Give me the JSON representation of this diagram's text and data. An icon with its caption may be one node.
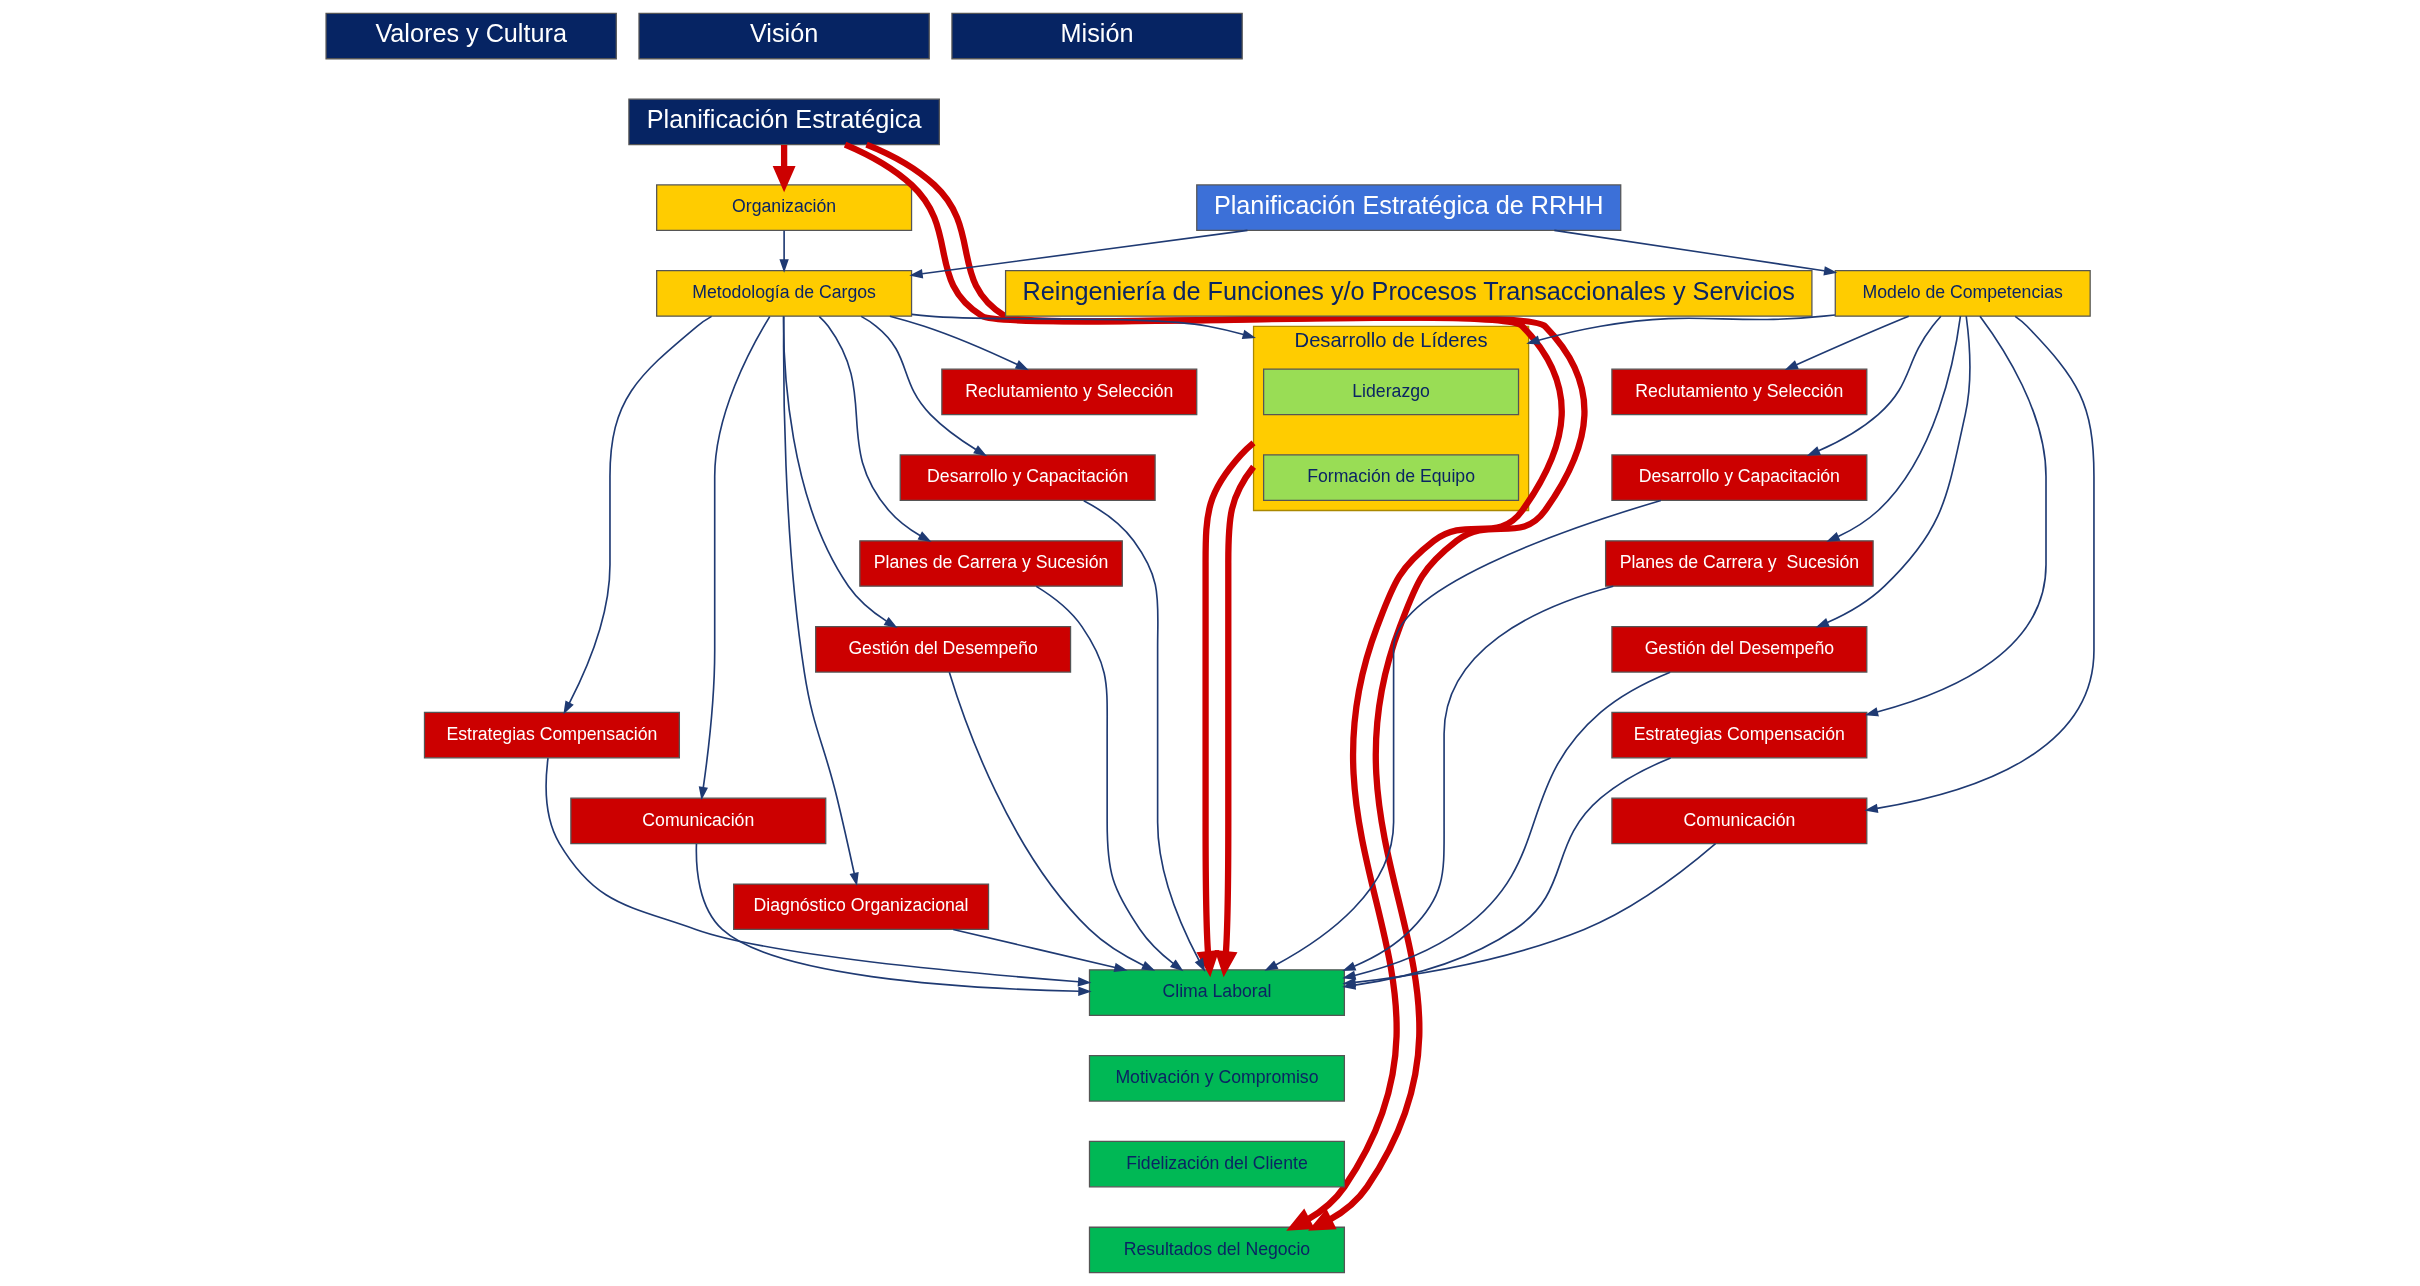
{
  "diagram": {
    "nodes": [
      {
        "text": [
          "Valores y Cultura"
        ]
      },
      {
        "text": [
          "Visión"
        ]
      },
      {
        "text": [
          "Misión"
        ]
      },
      {
        "text": [
          "Planificación Estratégica"
        ]
      },
      {
        "text": [
          "Organización"
        ]
      },
      {
        "text": [
          "Planificación Estratégica de RRHH"
        ]
      },
      {
        "text": [
          "Reingeniería de Funciones y/o Procesos Transaccionales y Servicios"
        ]
      },
      {
        "text": [
          "Metodología de Cargos"
        ]
      },
      {
        "text": [
          "Modelo de Competencias"
        ]
      },
      {
        "text": [
          "Desarrollo de Líderes"
        ]
      },
      {
        "text": [
          "Liderazgo"
        ],
        "in": 9
      },
      {
        "text": [
          "Formación de Equipo"
        ],
        "in": 9
      },
      {
        "text": [
          "Reclutamiento y Selección"
        ]
      },
      {
        "text": [
          "Desarrollo y Capacitación"
        ]
      },
      {
        "text": [
          "Planes de Carrera y Sucesión"
        ]
      },
      {
        "text": [
          "Gestión del Desempeño"
        ]
      },
      {
        "text": [
          "Estrategias Compensación"
        ]
      },
      {
        "text": [
          "Comunicación"
        ]
      },
      {
        "text": [
          "Diagnóstico Organizacional"
        ]
      },
      {
        "text": [
          "Reclutamiento y Selección"
        ]
      },
      {
        "text": [
          "Desarrollo y Capacitación"
        ]
      },
      {
        "text": [
          "Planes de Carrera y  Sucesión"
        ]
      },
      {
        "text": [
          "Gestión del Desempeño"
        ]
      },
      {
        "text": [
          "Estrategias Compensación"
        ]
      },
      {
        "text": [
          "Comunicación"
        ]
      },
      {
        "text": [
          "Clima Laboral"
        ]
      },
      {
        "text": [
          "Motivación y Compromiso"
        ]
      },
      {
        "text": [
          "Fidelización del Cliente"
        ]
      },
      {
        "text": [
          "Resultados del Negocio"
        ]
      }
    ],
    "edges": [
      {
        "from": 3,
        "to": 4,
        "arrow": "to",
        "style": "thick",
        "color": "#cc0000"
      },
      {
        "from": 4,
        "to": 7,
        "arrow": "to"
      },
      {
        "from": 5,
        "to": 7,
        "arrow": "to"
      },
      {
        "from": 5,
        "to": 8,
        "arrow": "to"
      },
      {
        "from": 7,
        "to": 9,
        "arrow": "to"
      },
      {
        "from": 8,
        "to": 9,
        "arrow": "to"
      },
      {
        "from": 7,
        "to": 12,
        "arrow": "to"
      },
      {
        "from": 7,
        "to": 13,
        "arrow": "to"
      },
      {
        "from": 7,
        "to": 14,
        "arrow": "to"
      },
      {
        "from": 7,
        "to": 15,
        "arrow": "to"
      },
      {
        "from": 7,
        "to": 16,
        "arrow": "to"
      },
      {
        "from": 7,
        "to": 17,
        "arrow": "to"
      },
      {
        "from": 7,
        "to": 18,
        "arrow": "to"
      },
      {
        "from": 8,
        "to": 19,
        "arrow": "to"
      },
      {
        "from": 8,
        "to": 20,
        "arrow": "to"
      },
      {
        "from": 8,
        "to": 21,
        "arrow": "to"
      },
      {
        "from": 8,
        "to": 22,
        "arrow": "to"
      },
      {
        "from": 8,
        "to": 23,
        "arrow": "to"
      },
      {
        "from": 8,
        "to": 24,
        "arrow": "to"
      },
      {
        "from": 13,
        "to": 25,
        "arrow": "to"
      },
      {
        "from": 14,
        "to": 25,
        "arrow": "to"
      },
      {
        "from": 15,
        "to": 25,
        "arrow": "to"
      },
      {
        "from": 16,
        "to": 25,
        "arrow": "to"
      },
      {
        "from": 17,
        "to": 25,
        "arrow": "to"
      },
      {
        "from": 18,
        "to": 25,
        "arrow": "to"
      },
      {
        "from": 9,
        "to": 25,
        "arrow": "to",
        "style": "thick",
        "color": "#cc0000"
      },
      {
        "from": 9,
        "to": 25,
        "arrow": "to",
        "style": "thick",
        "color": "#cc0000"
      },
      {
        "from": 20,
        "to": 25,
        "arrow": "to"
      },
      {
        "from": 21,
        "to": 25,
        "arrow": "to"
      },
      {
        "from": 22,
        "to": 25,
        "arrow": "to"
      },
      {
        "from": 23,
        "to": 25,
        "arrow": "to"
      },
      {
        "from": 24,
        "to": 25,
        "arrow": "to"
      },
      {
        "from": 3,
        "to": 28,
        "arrow": "to",
        "style": "thick",
        "color": "#cc0000"
      },
      {
        "from": 3,
        "to": 28,
        "arrow": "to",
        "style": "thick",
        "color": "#cc0000"
      }
    ]
  }
}
